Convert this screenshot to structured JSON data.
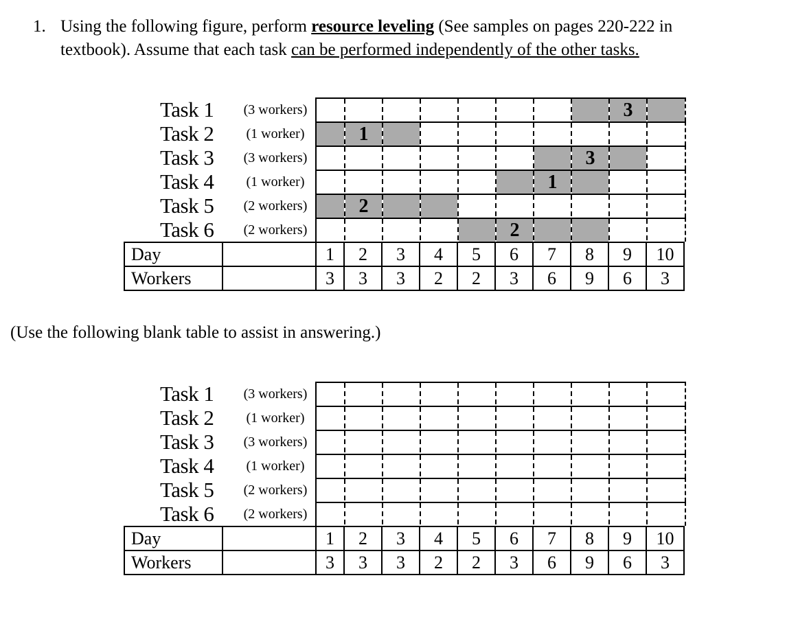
{
  "question": {
    "number": "1.",
    "line1_part1": "Using the following figure, perform ",
    "line1_emphasis": "resource leveling",
    "line1_part2": " (See samples on pages 220-222 in",
    "line2_part1": "textbook).  Assume that each task ",
    "line2_underlined": "can be performed independently of the other tasks."
  },
  "note": "(Use the following blank table to assist in answering.)",
  "chart_data": [
    {
      "type": "gantt",
      "title": "",
      "xlabel": "Day",
      "x_range": [
        1,
        10
      ],
      "bar_color": "#ababab",
      "tasks": [
        {
          "name": "Task 1",
          "workers_label": "(3 workers)",
          "workers": 3,
          "bar": {
            "start_day": 8,
            "end_day": 10,
            "label": "3",
            "label_day": 9
          }
        },
        {
          "name": "Task 2",
          "workers_label": "(1 worker)",
          "workers": 1,
          "bar": {
            "start_day": 1,
            "end_day": 3,
            "label": "1",
            "label_day": 2
          }
        },
        {
          "name": "Task 3",
          "workers_label": "(3 workers)",
          "workers": 3,
          "bar": {
            "start_day": 7,
            "end_day": 9,
            "label": "3",
            "label_day": 8
          }
        },
        {
          "name": "Task 4",
          "workers_label": "(1 worker)",
          "workers": 1,
          "bar": {
            "start_day": 6,
            "end_day": 8,
            "label": "1",
            "label_day": 7
          }
        },
        {
          "name": "Task 5",
          "workers_label": "(2 workers)",
          "workers": 2,
          "bar": {
            "start_day": 1,
            "end_day": 4,
            "label": "2",
            "label_day": 2
          }
        },
        {
          "name": "Task 6",
          "workers_label": "(2 workers)",
          "workers": 2,
          "bar": {
            "start_day": 5,
            "end_day": 8,
            "label": "2",
            "label_day": 6
          }
        }
      ],
      "summary": {
        "day_label": "Day",
        "workers_label": "Workers",
        "days": [
          "1",
          "2",
          "3",
          "4",
          "5",
          "6",
          "7",
          "8",
          "9",
          "10"
        ],
        "workers_per_day": [
          "3",
          "3",
          "3",
          "2",
          "2",
          "3",
          "6",
          "9",
          "6",
          "3"
        ]
      }
    },
    {
      "type": "gantt",
      "title": "",
      "xlabel": "Day",
      "x_range": [
        1,
        10
      ],
      "bar_color": "#ababab",
      "tasks": [
        {
          "name": "Task 1",
          "workers_label": "(3 workers)",
          "workers": 3,
          "bar": null
        },
        {
          "name": "Task 2",
          "workers_label": "(1 worker)",
          "workers": 1,
          "bar": null
        },
        {
          "name": "Task 3",
          "workers_label": "(3 workers)",
          "workers": 3,
          "bar": null
        },
        {
          "name": "Task 4",
          "workers_label": "(1 worker)",
          "workers": 1,
          "bar": null
        },
        {
          "name": "Task 5",
          "workers_label": "(2 workers)",
          "workers": 2,
          "bar": null
        },
        {
          "name": "Task 6",
          "workers_label": "(2 workers)",
          "workers": 2,
          "bar": null
        }
      ],
      "summary": {
        "day_label": "Day",
        "workers_label": "Workers",
        "days": [
          "1",
          "2",
          "3",
          "4",
          "5",
          "6",
          "7",
          "8",
          "9",
          "10"
        ],
        "workers_per_day": [
          "3",
          "3",
          "3",
          "2",
          "2",
          "3",
          "6",
          "9",
          "6",
          "3"
        ]
      }
    }
  ]
}
